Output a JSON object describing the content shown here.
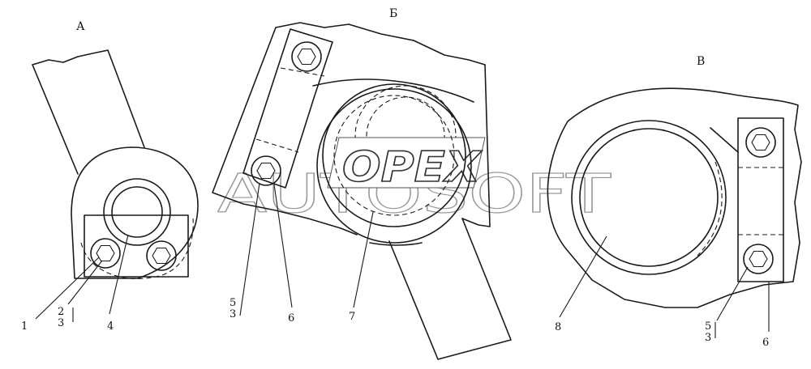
{
  "views": [
    {
      "id": "A",
      "letter": "А"
    },
    {
      "id": "B",
      "letter": "Б"
    },
    {
      "id": "V",
      "letter": "В"
    }
  ],
  "callouts": {
    "c1": "1",
    "c2": "2",
    "c3": "3",
    "c4": "4",
    "c5b": "5",
    "c3b": "3",
    "c6b": "6",
    "c7": "7",
    "c8": "8",
    "c5v": "5",
    "c3v": "3",
    "c6v": "6"
  },
  "watermark": {
    "logo": "OPEX",
    "text": "AUTOSOFT"
  }
}
